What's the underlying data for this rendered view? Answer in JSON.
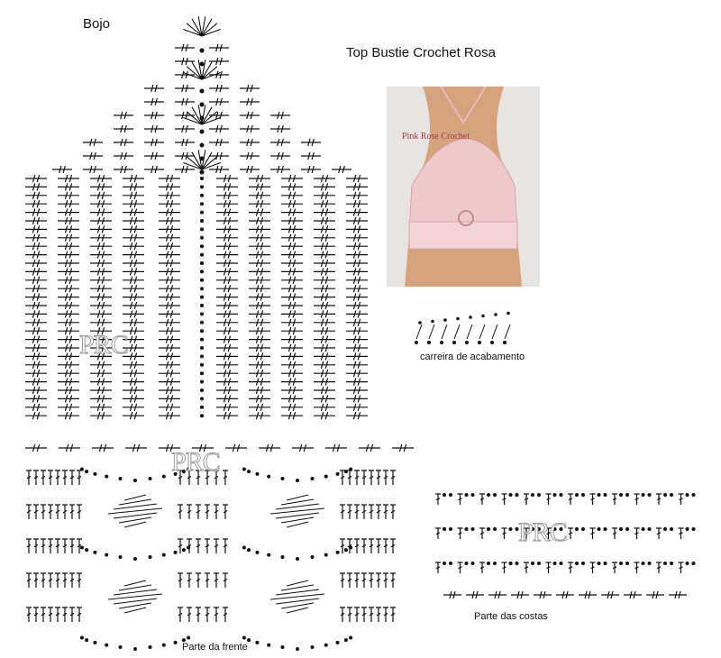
{
  "labels": {
    "bojo": "Bojo",
    "title": "Top Bustie Crochet Rosa",
    "acabamento": "carreira de acabamento",
    "costas": "Parte das costas",
    "frente": "Parte da frente",
    "photo_caption": "Pink Rose Crochet",
    "watermark": "PRC"
  },
  "colors": {
    "ink": "#111111",
    "photo_bg": "#e7e4e1",
    "skin": "#d6a37c",
    "top_pink": "#f0c9cc",
    "caption": "#a33b4a"
  },
  "icons": [
    "double-crochet-symbol",
    "half-double-crochet-symbol",
    "chain-dot-symbol"
  ]
}
